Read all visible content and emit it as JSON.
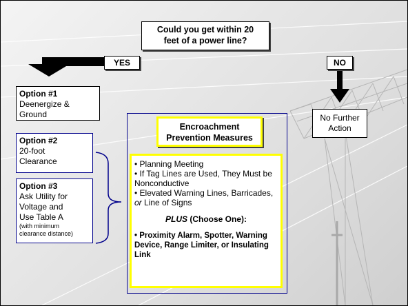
{
  "question": {
    "line1": "Could you get within 20",
    "line2": "feet of a power line?"
  },
  "yes_label": "YES",
  "no_label": "NO",
  "option1": {
    "title": "Option #1",
    "line1": "Deenergize &",
    "line2": "Ground"
  },
  "option2": {
    "title": "Option #2",
    "line1": "20-foot",
    "line2": "Clearance"
  },
  "option3": {
    "title": "Option #3",
    "line1": "Ask Utility for",
    "line2": "Voltage and",
    "line3": "Use Table A",
    "note1": "(with minimum",
    "note2": "clearance distance)"
  },
  "no_further": {
    "line1": "No Further",
    "line2": "Action"
  },
  "encroachment": {
    "title_line1": "Encroachment",
    "title_line2": "Prevention Measures",
    "items": [
      "• Planning Meeting",
      "• If Tag Lines are Used, They Must be Nonconductive",
      "• Elevated Warning Lines, Barricades,"
    ],
    "signs_prefix": "or",
    "signs_suffix": "Line of Signs",
    "plus_label": "PLUS",
    "plus_rest": "(Choose One):",
    "final": "• Proximity Alarm, Spotter, Warning Device, Range Limiter, or Insulating Link"
  }
}
